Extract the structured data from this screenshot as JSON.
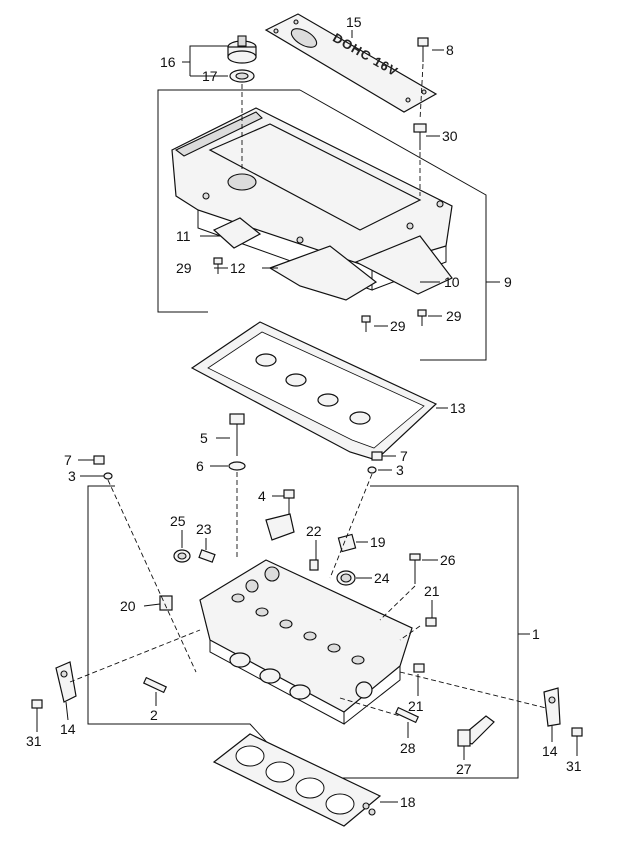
{
  "labels": {
    "p1": "1",
    "p2": "2",
    "p3a": "3",
    "p3b": "3",
    "p4": "4",
    "p5": "5",
    "p6": "6",
    "p7a": "7",
    "p7b": "7",
    "p8": "8",
    "p9": "9",
    "p10": "10",
    "p11": "11",
    "p12": "12",
    "p13": "13",
    "p14a": "14",
    "p14b": "14",
    "p15": "15",
    "p16": "16",
    "p17": "17",
    "p18": "18",
    "p19": "19",
    "p20": "20",
    "p21a": "21",
    "p21b": "21",
    "p22": "22",
    "p23": "23",
    "p24": "24",
    "p25": "25",
    "p26": "26",
    "p27": "27",
    "p28": "28",
    "p29a": "29",
    "p29b": "29",
    "p29c": "29",
    "p30": "30",
    "p31a": "31",
    "p31b": "31"
  },
  "cover_text": "DOHC 16V"
}
